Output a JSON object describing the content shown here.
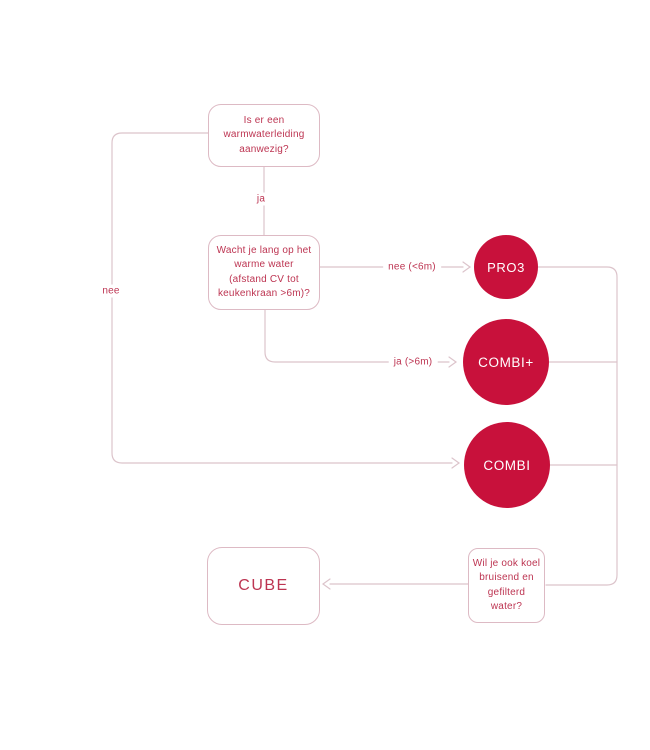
{
  "diagram": {
    "type": "flowchart",
    "language": "nl",
    "questions": {
      "warmwater": "Is er een warmwaterleiding aanwezig?",
      "wachttijd": "Wacht je lang op het warme water (afstand CV tot keukenkraan >6m)?",
      "koelwater": "Wil je ook koel bruisend en gefilterd water?"
    },
    "products": {
      "pro3": "PRO3",
      "combiplus": "COMBI+",
      "combi": "COMBI",
      "cube": "CUBE"
    },
    "edge_labels": {
      "ja": "ja",
      "nee": "nee",
      "nee_kort": "nee (<6m)",
      "ja_lang": "ja (>6m)"
    },
    "colors": {
      "product_fill": "#C8113B",
      "product_text": "#FFFFFF",
      "question_text": "#BD3552",
      "box_border": "#DDBAC4",
      "connector": "#DCC4CB",
      "background": "#FFFFFF"
    }
  }
}
